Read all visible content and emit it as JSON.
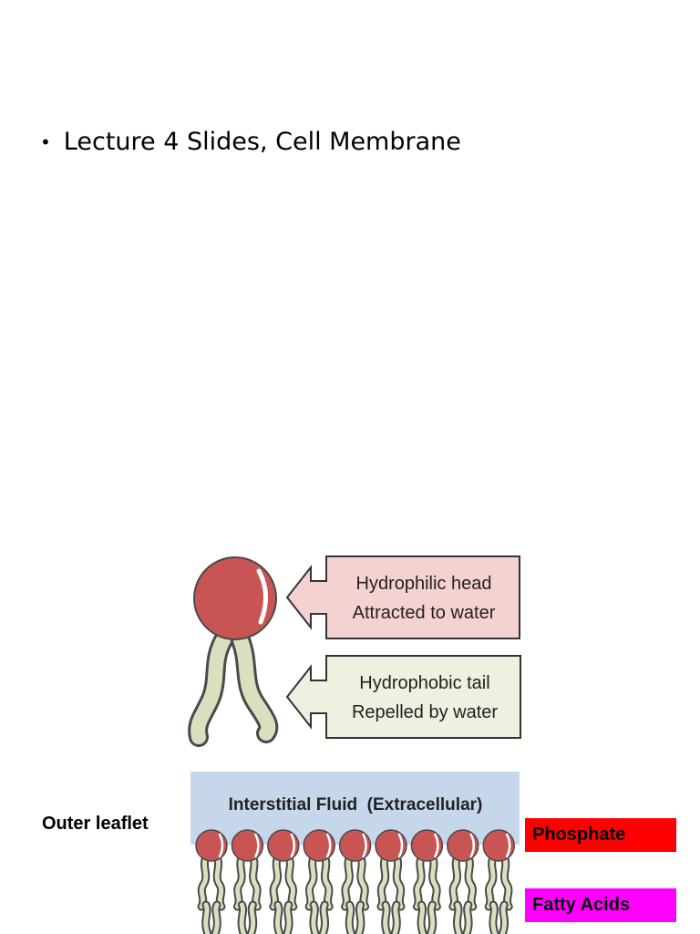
{
  "slide": {
    "bullet_text": "Lecture 4 Slides, Cell Membrane"
  },
  "molecule": {
    "head_label_line1": "Hydrophilic head",
    "head_label_line2": "Attracted to water",
    "tail_label_line1": "Hydrophobic tail",
    "tail_label_line2": "Repelled by water"
  },
  "bilayer": {
    "fluid_label": "Interstitial Fluid  (Extracellular)",
    "side_label": "Outer leaflet"
  },
  "legend": {
    "phosphate": "Phosphate",
    "phosphate_color": "#ff0000",
    "fatty_acids": "Fatty Acids",
    "fatty_acids_color": "#ff00ff"
  },
  "colors": {
    "head": "#c95454",
    "tail": "#d9dfbf",
    "head_box": "#f5d2d2",
    "tail_box": "#eef0e0",
    "fluid": "#c6d6eb"
  }
}
